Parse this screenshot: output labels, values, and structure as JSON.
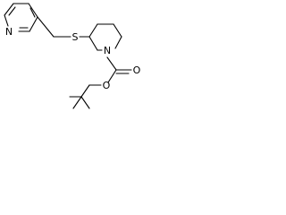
{
  "molecule": {
    "atoms": {
      "pyridine_n": "N",
      "thioether_s": "S",
      "piperidine_n": "N",
      "carbonyl_o": "O",
      "ester_o": "O"
    }
  }
}
